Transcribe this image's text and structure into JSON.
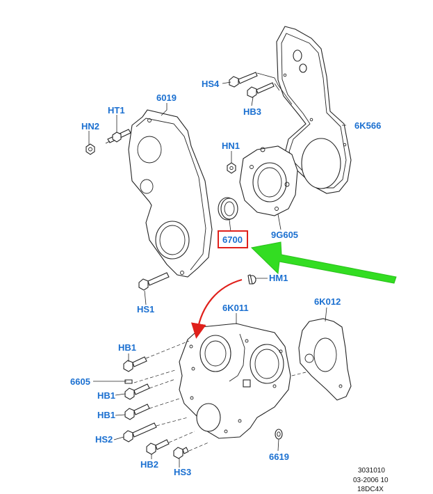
{
  "diagram": {
    "labels": {
      "p6019": "6019",
      "ht1": "HT1",
      "hn2": "HN2",
      "hs4": "HS4",
      "hb3": "HB3",
      "p6k566": "6K566",
      "hn1": "HN1",
      "p6700": "6700",
      "p9g605": "9G605",
      "hm1": "HM1",
      "hs1": "HS1",
      "p6k011": "6K011",
      "p6k012": "6K012",
      "hb1_a": "HB1",
      "p6605": "6605",
      "hb1_b": "HB1",
      "hb1_c": "HB1",
      "hs2": "HS2",
      "hb2": "HB2",
      "hs3": "HS3",
      "p6619": "6619"
    },
    "highlighted_part": "6700",
    "colors": {
      "label_blue": "#1a6fd0",
      "highlight_box": "#e0201b",
      "arrow_green": "#33dd22",
      "curved_arrow_red": "#e0201b"
    }
  },
  "footer": {
    "line1": "3031010",
    "line2": "03-2006 10",
    "line3": "18DC4X"
  }
}
